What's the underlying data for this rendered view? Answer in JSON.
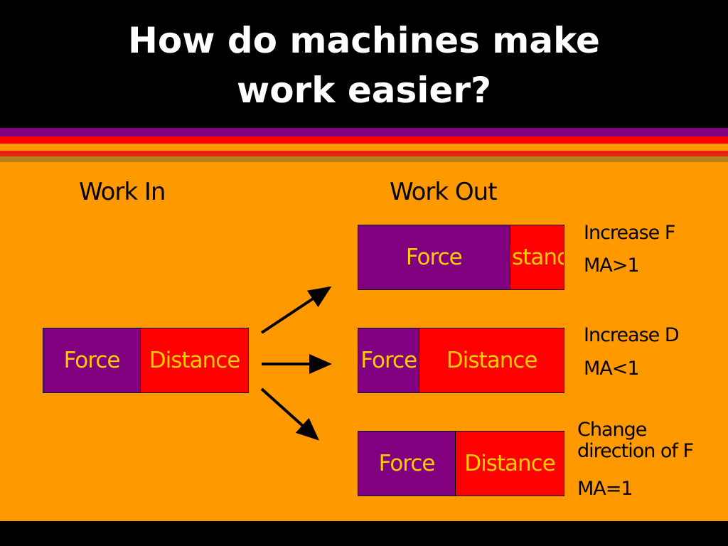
{
  "slide": {
    "title_line1": "How do machines make",
    "title_line2": "work easier?"
  },
  "headings": {
    "work_in": "Work In",
    "work_out": "Work Out"
  },
  "input_bar": {
    "force_label": "Force",
    "distance_label": "Distance"
  },
  "outputs": [
    {
      "force_label": "Force",
      "distance_label": "Distance",
      "note_line1": "Increase F",
      "note_line2": "MA>1"
    },
    {
      "force_label": "Force",
      "distance_label": "Distance",
      "note_line1": "Increase D",
      "note_line2": "MA<1"
    },
    {
      "force_label": "Force",
      "distance_label": "Distance",
      "note_line1": "Change",
      "note_line2": "direction of F",
      "note_line3": "MA=1"
    }
  ],
  "colors": {
    "background": "#000000",
    "panel": "#ff9900",
    "force": "#800080",
    "distance": "#ff0000",
    "label_text": "#ffcc00",
    "title_text": "#ffffff"
  }
}
